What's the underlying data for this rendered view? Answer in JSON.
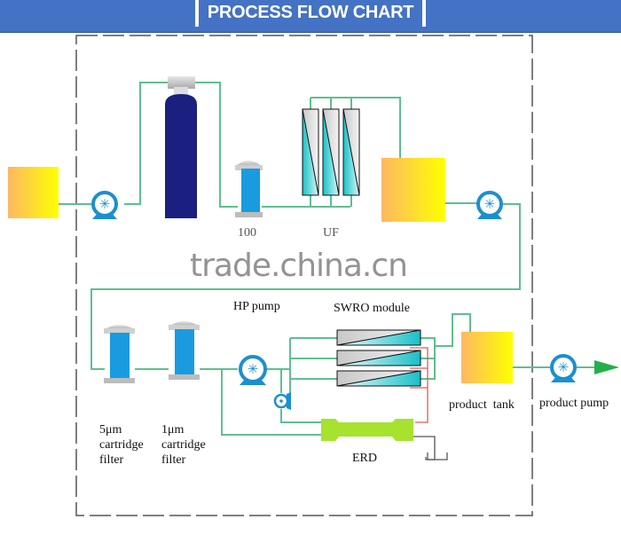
{
  "header": {
    "title": "PROCESS FLOW CHART"
  },
  "labels": {
    "top_mf": "100",
    "top_uf": "UF",
    "hp_pump": "HP pump",
    "swro_module": "SWRO module",
    "filter5_line1": "5μm",
    "filter5_line2": "cartridge",
    "filter5_line3": "filter",
    "filter1_line1": "1μm",
    "filter1_line2": "cartridge",
    "filter1_line3": "filter",
    "erd": "ERD",
    "product_tank": "product  tank",
    "product_pump": "product pump"
  },
  "watermark": "trade.china.cn",
  "colors": {
    "header_bg": "#4472c4",
    "pipe": "#5fbf8f",
    "concentrate_pipe": "#e05a5a",
    "pump": "#1b8fd0",
    "filter_blue": "#1a9be0",
    "sand_filter": "#1a1f80",
    "erd": "#a6e22e",
    "outlet_arrow": "#22b04b"
  }
}
